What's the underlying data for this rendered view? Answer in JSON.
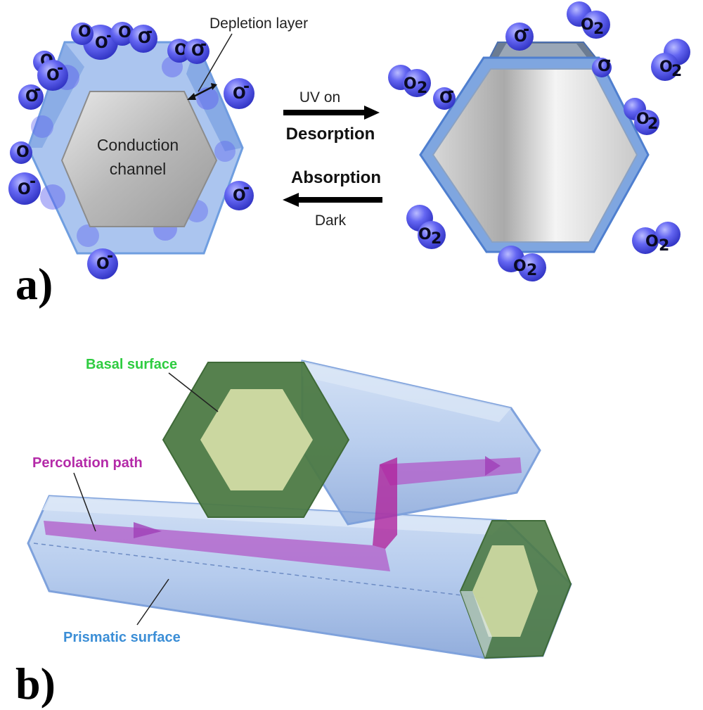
{
  "panel_a": {
    "letter": "a)",
    "depletion_label": "Depletion layer",
    "core_label_line1": "Conduction",
    "core_label_line2": "channel",
    "uv_on": "UV on",
    "desorption": "Desorption",
    "absorption": "Absorption",
    "dark": "Dark",
    "adsorbed_species": "O",
    "adsorbed_charge": "-",
    "free_species": "O",
    "free_subscript": "2"
  },
  "panel_b": {
    "letter": "b)",
    "basal_label": "Basal surface",
    "percolation_label": "Percolation path",
    "prismatic_label": "Prismatic surface"
  },
  "colors": {
    "basal_green": "#2ecc40",
    "percolation_magenta": "#b42aa8",
    "prismatic_blue": "#3b8ed6",
    "molecule_blue": "#5b5ef0",
    "shell_blue": "#6f9ee0"
  }
}
